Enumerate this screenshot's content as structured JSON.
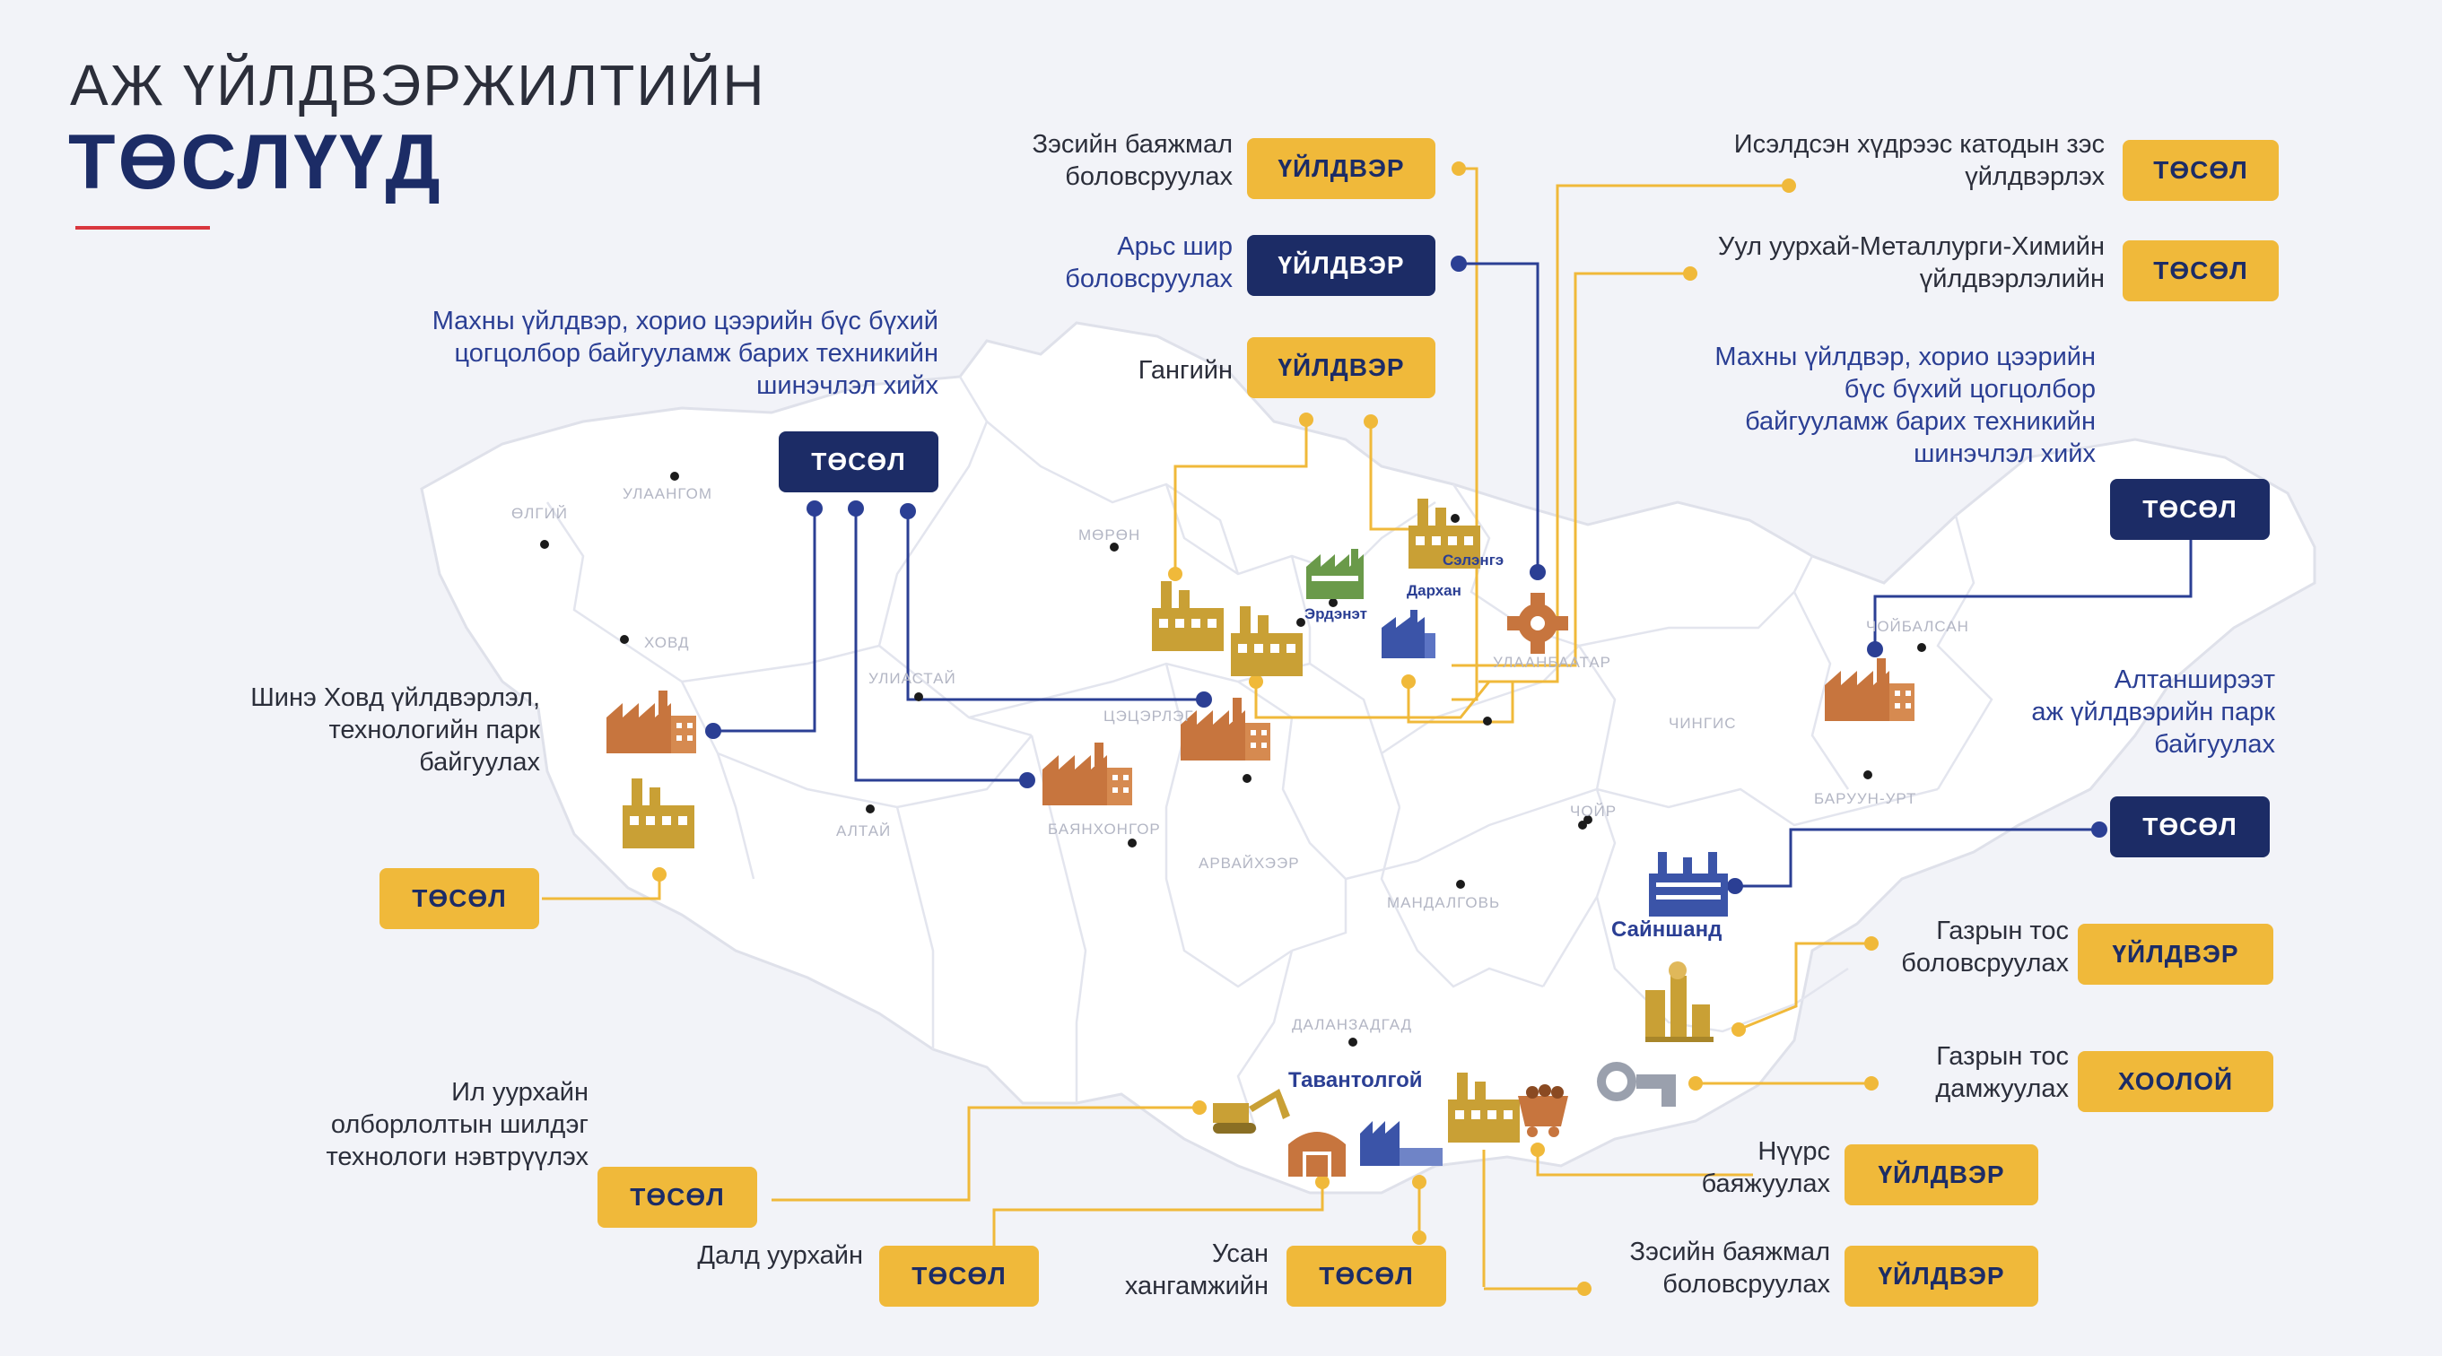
{
  "header": {
    "line1": "АЖ ҮЙЛДВЭРЖИЛТИЙН",
    "line2": "ТӨСЛҮҮД"
  },
  "badge_text": {
    "uildver": "ҮЙЛДВЭР",
    "tusul": "ТӨСӨЛ",
    "hooloi": "ХООЛОЙ"
  },
  "colors": {
    "navy": "#1c2c66",
    "yellow": "#f0b93a",
    "accent_red": "#d9363e",
    "brown": "#c7753e",
    "green": "#6a9a4a",
    "map_fill": "#ffffff",
    "map_border": "#dfe1ea"
  },
  "projects": [
    {
      "id": "zes_baijmal_top",
      "text": "Зэсийн баяжмал\nболовсруулах",
      "badge": "ҮЙЛДВЭР",
      "badge_style": "yellow"
    },
    {
      "id": "ars_shir",
      "text": "Арьс шир\nболовсруулах",
      "badge": "ҮЙЛДВЭР",
      "badge_style": "navy"
    },
    {
      "id": "gan",
      "text": "Гангийн",
      "badge": "ҮЙЛДВЭР",
      "badge_style": "yellow"
    },
    {
      "id": "katod_zes",
      "text": "Исэлдсэн хүдрээс катодын зэс\nүйлдвэрлэх",
      "badge": "ТӨСӨЛ",
      "badge_style": "yellow"
    },
    {
      "id": "ul_uurhai",
      "text": "Уул уурхай-Металлурги-Химийн\nүйлдвэрлэлийн",
      "badge": "ТӨСӨЛ",
      "badge_style": "yellow"
    },
    {
      "id": "mah_west",
      "text": "Махны үйлдвэр, хорио цээрийн бүс бүхий\nцогцолбор байгууламж барих техникийн\nшинэчлэл хийх",
      "badge": "ТӨСӨЛ",
      "badge_style": "navy"
    },
    {
      "id": "mah_east",
      "text": "Махны үйлдвэр, хорио цээрийн\nбүс бүхий цогцолбор\nбайгууламж барих техникийн\nшинэчлэл хийх",
      "badge": "ТӨСӨЛ",
      "badge_style": "navy"
    },
    {
      "id": "hovd",
      "text": "Шинэ Ховд үйлдвэрлэл,\nтехнологийн парк\nбайгуулах",
      "badge": "ТӨСӨЛ",
      "badge_style": "yellow"
    },
    {
      "id": "altanshiree",
      "text": "Алтанширээт\nаж үйлдвэрийн парк\nбайгуулах",
      "badge": "ТӨСӨЛ",
      "badge_style": "navy"
    },
    {
      "id": "gazryn_tos_bol",
      "text": "Газрын тос\nболовсруулах",
      "badge": "ҮЙЛДВЭР",
      "badge_style": "yellow"
    },
    {
      "id": "gazryn_tos_dam",
      "text": "Газрын тос\nдамжуулах",
      "badge": "ХООЛОЙ",
      "badge_style": "yellow"
    },
    {
      "id": "nuurs",
      "text": "Нүүрс\nбаяжуулах",
      "badge": "ҮЙЛДВЭР",
      "badge_style": "yellow"
    },
    {
      "id": "zes_baijmal_bottom",
      "text": "Зэсийн баяжмал\nболовсруулах",
      "badge": "ҮЙЛДВЭР",
      "badge_style": "yellow"
    },
    {
      "id": "il_uurhai",
      "text": "Ил уурхайн\nолборлолтын шилдэг\nтехнологи нэвтрүүлэх",
      "badge": "ТӨСӨЛ",
      "badge_style": "yellow"
    },
    {
      "id": "dald",
      "text": "Далд уурхайн",
      "badge": "ТӨСӨЛ",
      "badge_style": "yellow"
    },
    {
      "id": "usan",
      "text": "Усан\nхангамжийн",
      "badge": "ТӨСӨЛ",
      "badge_style": "yellow"
    }
  ],
  "cities": {
    "ulgii": "ӨЛГИЙ",
    "ulaangom": "УЛААНГОМ",
    "hovd": "ХОВД",
    "altai": "АЛТАЙ",
    "uliastai": "УЛИАСТАЙ",
    "moron": "МӨРӨН",
    "tsetserleg": "ЦЭЦЭРЛЭГ",
    "bayanhongor": "БАЯНХОНГОР",
    "arvaiheer": "АРВАЙХЭЭР",
    "ulaanbaatar": "УЛААНБААТАР",
    "choibalsan": "ЧОЙБАЛСАН",
    "chingis": "ЧИНГИС",
    "baruun_urt": "БАРУУН-УРТ",
    "choir": "ЧОЙР",
    "mandalgovi": "МАНДАЛГОВЬ",
    "dalanzadgad": "ДАЛАНЗАДГАД",
    "darhan": "Дархан",
    "selenge": "Сэлэнгэ",
    "erdenet": "Эрдэнэт",
    "sainshand": "Сайншанд",
    "tavantolgoi": "Тавантолгой"
  }
}
